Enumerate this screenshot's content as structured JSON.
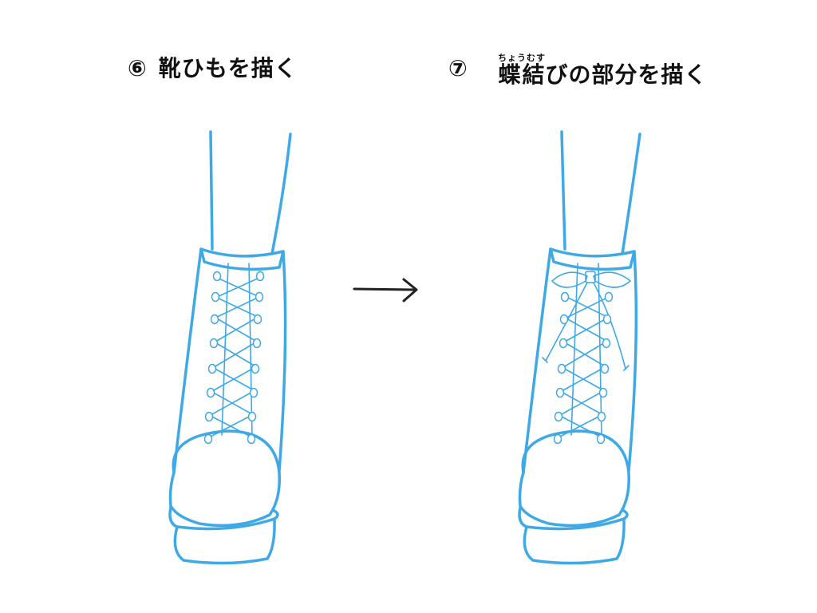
{
  "colors": {
    "sketch": "#3fa9e6",
    "arrow": "#222222",
    "text": "#111111",
    "background": "#ffffff"
  },
  "steps": [
    {
      "number": "⑥",
      "title": "靴ひもを描く"
    },
    {
      "number": "⑦",
      "title_ruby_base": "蝶結",
      "title_ruby_reading": "ちょうむす",
      "title_rest": "びの部分を描く"
    }
  ],
  "icons": {
    "arrow": "right-arrow-icon"
  }
}
